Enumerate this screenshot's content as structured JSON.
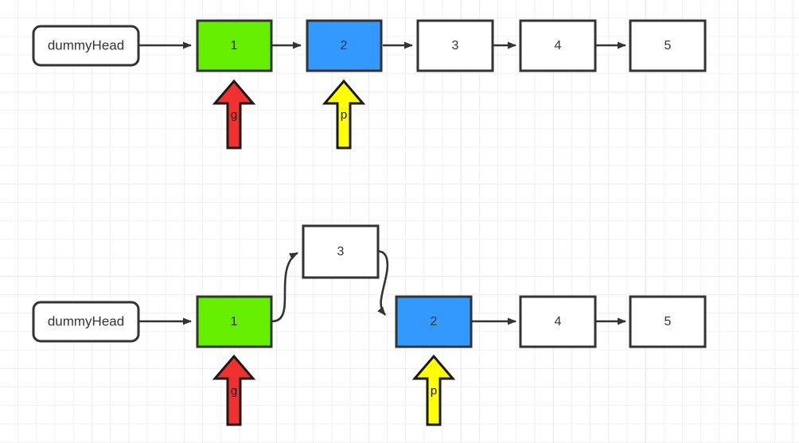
{
  "diagram": {
    "title": "linked-list-node-insertion",
    "colors": {
      "green": "#66ee00",
      "blue": "#3399ff",
      "white": "#ffffff",
      "stroke": "#333333",
      "red_pointer": "#f23030",
      "yellow_pointer": "#ffff00",
      "grid_minor": "#f0f0f0",
      "grid_major": "#e4e4e4"
    },
    "rows": [
      {
        "name": "before-state",
        "nodes": [
          {
            "label": "dummyHead",
            "fill": "white",
            "shape": "rounded-rect"
          },
          {
            "label": "1",
            "fill": "green",
            "shape": "rect"
          },
          {
            "label": "2",
            "fill": "blue",
            "shape": "rect"
          },
          {
            "label": "3",
            "fill": "white",
            "shape": "rect"
          },
          {
            "label": "4",
            "fill": "white",
            "shape": "rect"
          },
          {
            "label": "5",
            "fill": "white",
            "shape": "rect"
          }
        ],
        "pointers": [
          {
            "label": "g",
            "color": "red",
            "target": "1"
          },
          {
            "label": "p",
            "color": "yellow",
            "target": "2"
          }
        ]
      },
      {
        "name": "after-state",
        "nodes": [
          {
            "label": "dummyHead",
            "fill": "white",
            "shape": "rounded-rect"
          },
          {
            "label": "1",
            "fill": "green",
            "shape": "rect"
          },
          {
            "label": "3",
            "fill": "white",
            "shape": "rect"
          },
          {
            "label": "2",
            "fill": "blue",
            "shape": "rect"
          },
          {
            "label": "4",
            "fill": "white",
            "shape": "rect"
          },
          {
            "label": "5",
            "fill": "white",
            "shape": "rect"
          }
        ],
        "pointers": [
          {
            "label": "g",
            "color": "red",
            "target": "1"
          },
          {
            "label": "p",
            "color": "yellow",
            "target": "2"
          }
        ]
      }
    ]
  },
  "labels": {
    "dummy_head_top": "dummyHead",
    "dummy_head_bottom": "dummyHead",
    "top_node_1": "1",
    "top_node_2": "2",
    "top_node_3": "3",
    "top_node_4": "4",
    "top_node_5": "5",
    "bottom_node_1": "1",
    "bottom_node_3": "3",
    "bottom_node_2": "2",
    "bottom_node_4": "4",
    "bottom_node_5": "5",
    "top_pointer_g": "g",
    "top_pointer_p": "p",
    "bottom_pointer_g": "g",
    "bottom_pointer_p": "p"
  }
}
